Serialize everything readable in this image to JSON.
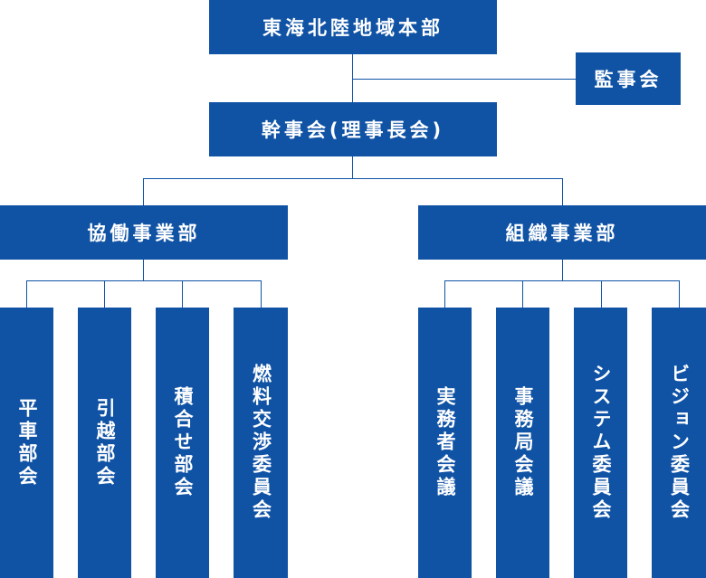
{
  "org": {
    "top": "東海北陸地域本部",
    "auditor": "監事会",
    "board": "幹事会(理事長会)",
    "left_division": {
      "title": "協働事業部",
      "committees": [
        "平車部会",
        "引越部会",
        "積合せ部会",
        "燃料交渉委員会"
      ]
    },
    "right_division": {
      "title": "組織事業部",
      "committees": [
        "実務者会議",
        "事務局会議",
        "システム委員会",
        "ビジョン委員会"
      ]
    }
  },
  "colors": {
    "box_fill": "#1053a5",
    "box_text": "#ffffff",
    "connector": "#1053a5"
  }
}
